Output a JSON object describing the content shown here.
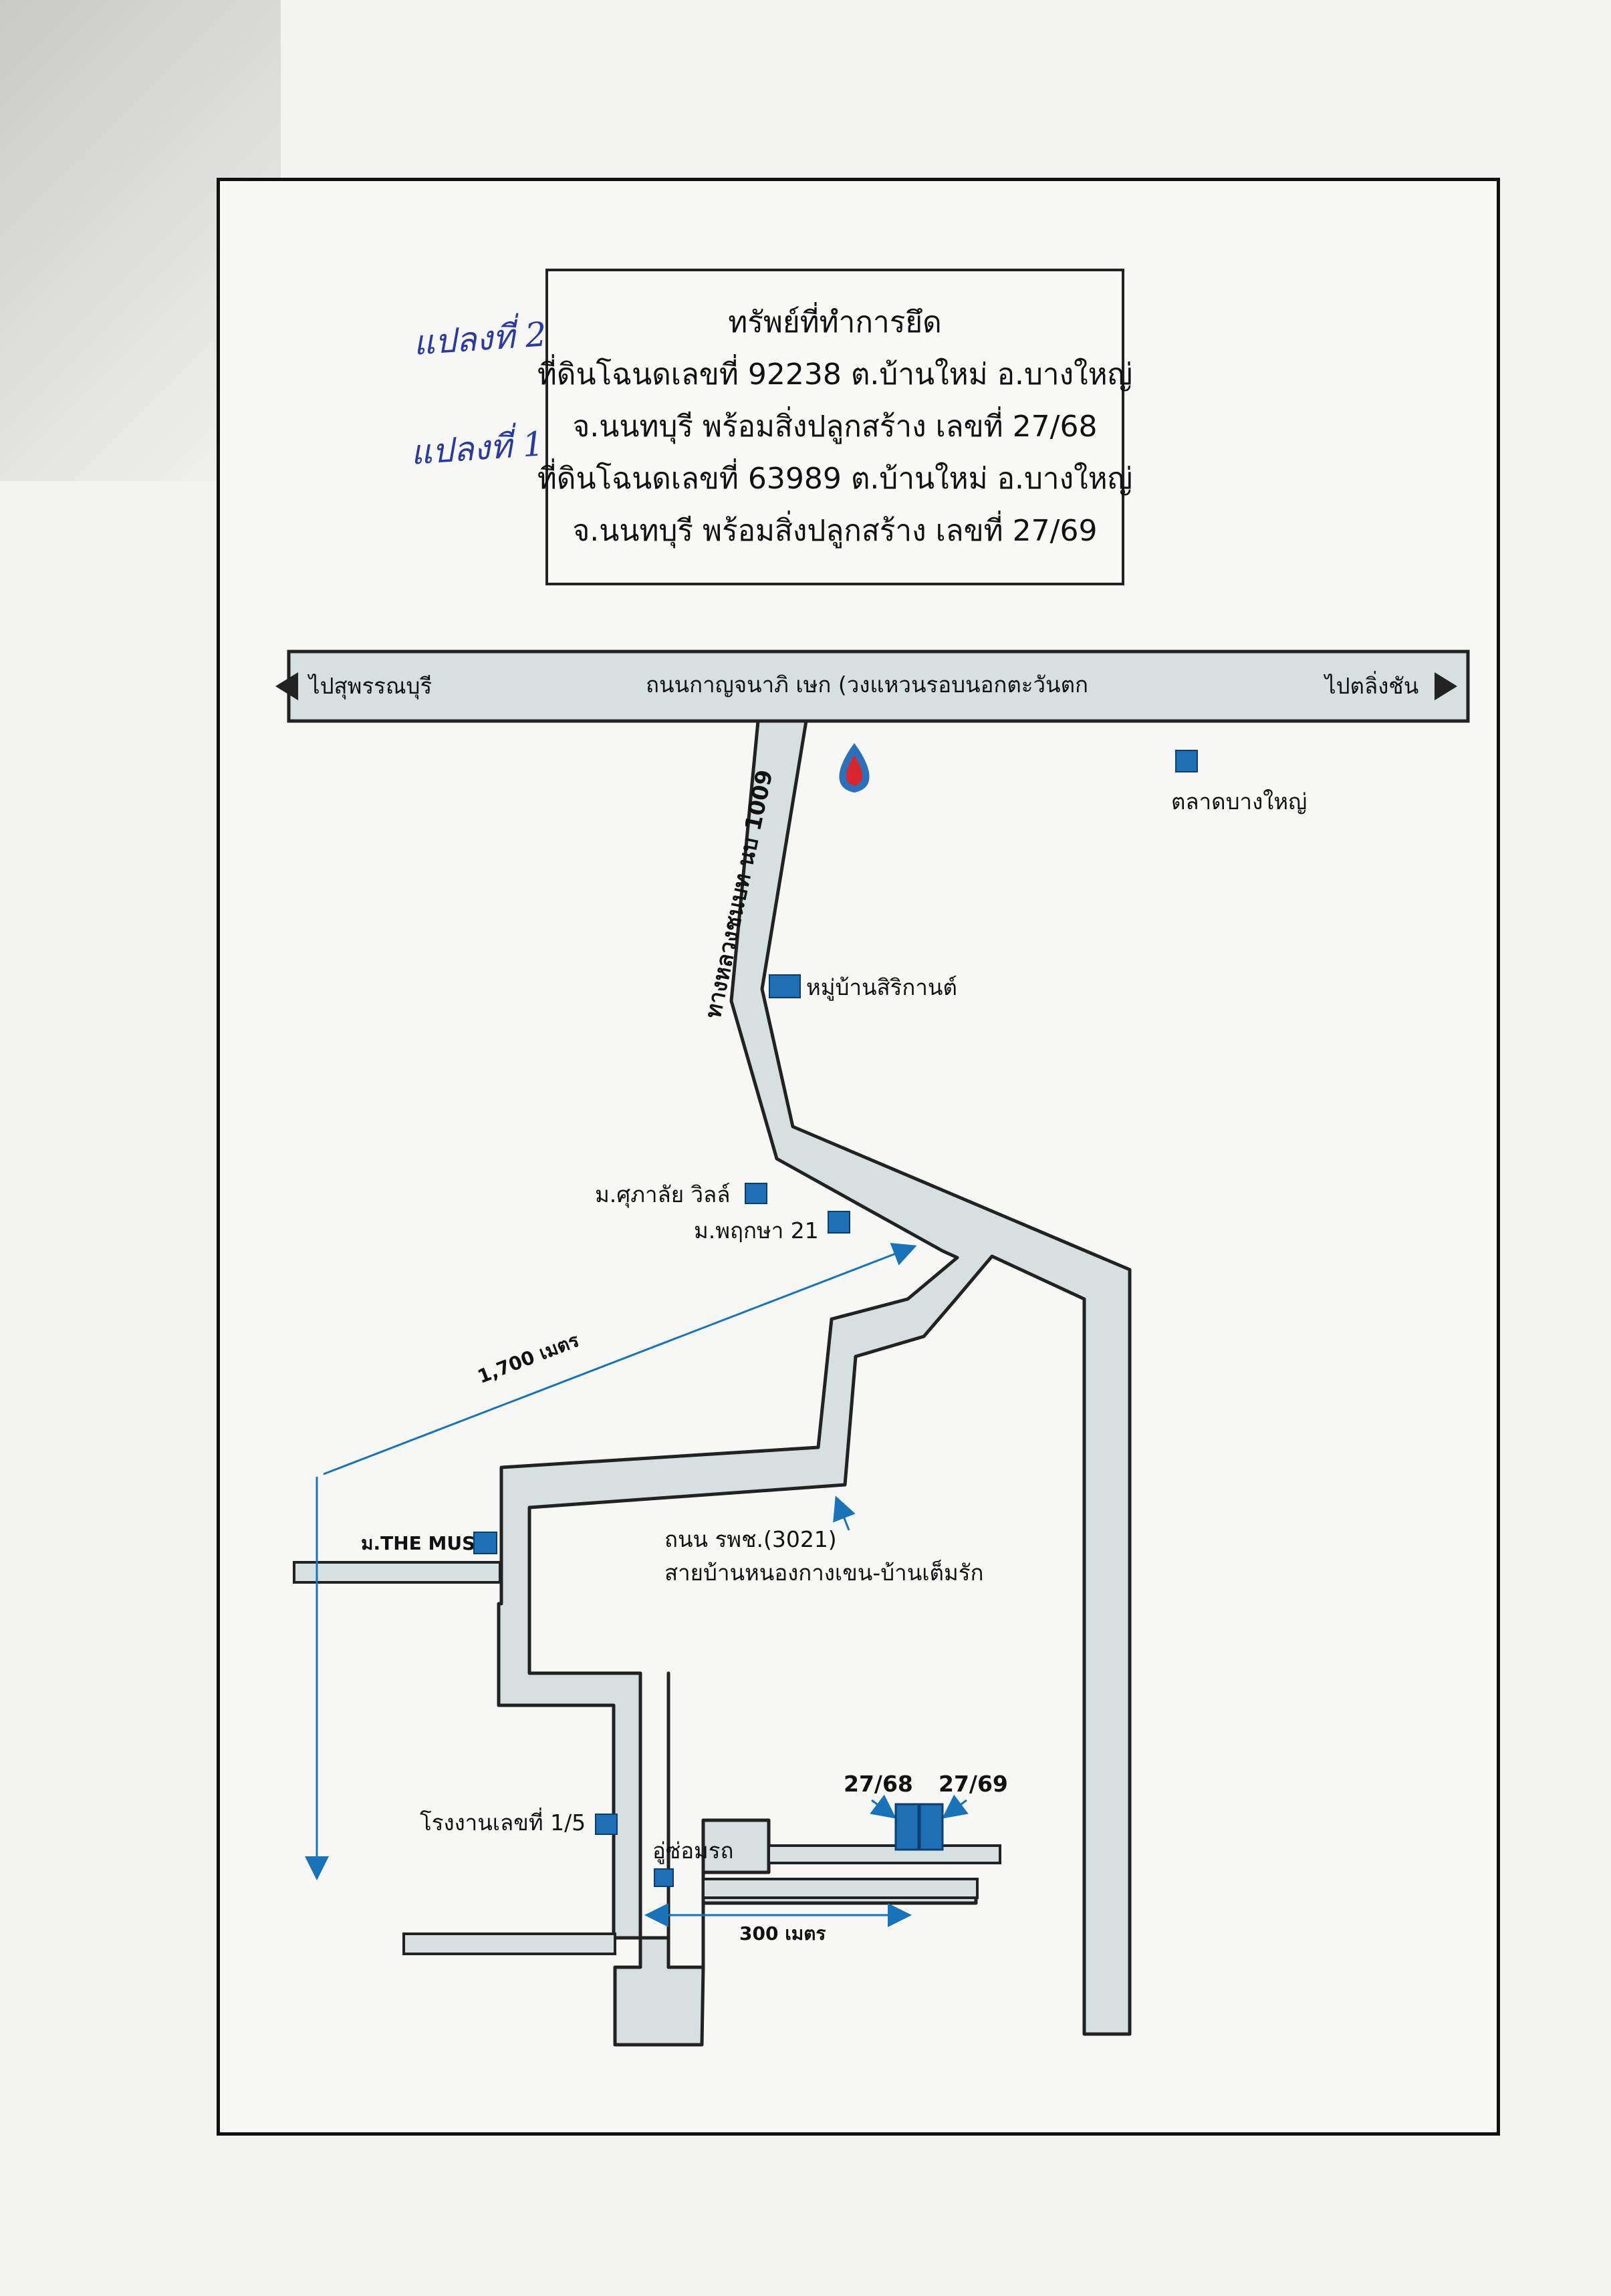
{
  "header": {
    "title": "ทรัพย์ที่ทำการยึด",
    "lines": [
      "ที่ดินโฉนดเลขที่ 92238 ต.บ้านใหม่ อ.บางใหญ่",
      "จ.นนทบุรี พร้อมสิ่งปลูกสร้าง เลขที่ 27/68",
      "ที่ดินโฉนดเลขที่ 63989 ต.บ้านใหม่ อ.บางใหญ่",
      "จ.นนทบุรี พร้อมสิ่งปลูกสร้าง เลขที่ 27/69"
    ]
  },
  "handwritten_notes": [
    "แปลงที่ 2",
    "แปลงที่ 1"
  ],
  "map": {
    "main_road": {
      "name": "ถนนกาญจนาภิ เษก (วงแหวนรอบนอกตะวันตก",
      "left_direction": "ไปสุพรรณบุรี",
      "right_direction": "ไปตลิ่งชัน"
    },
    "secondary_road": "ทางหลวงชนบท นบ 1009",
    "side_road": {
      "line1": "ถนน รพช.(3021)",
      "line2": "สายบ้านหนองกางเขน-บ้านเต็มรัก"
    },
    "landmarks": {
      "market": "ตลาดบางใหญ่",
      "village_sirikan": "หมู่บ้านสิริกานต์",
      "village_supalai": "ม.ศุภาลัย วิลล์",
      "village_pruksa": "ม.พฤกษา 21",
      "village_muse": "ม.THE MUSE",
      "factory": "โรงงานเลขที่ 1/5",
      "garage": "อู่ซ่อมรถ",
      "gas_station_icon": "gas-station-icon"
    },
    "property_labels": [
      "27/68",
      "27/69"
    ],
    "distances": {
      "long": "1,700 เมตร",
      "short": "300 เมตร"
    },
    "colors": {
      "road_fill": "#d6e0e0",
      "marker_blue": "#1f6fb5",
      "arrow_blue": "#1a73b8",
      "gas_red": "#d8262f"
    }
  }
}
